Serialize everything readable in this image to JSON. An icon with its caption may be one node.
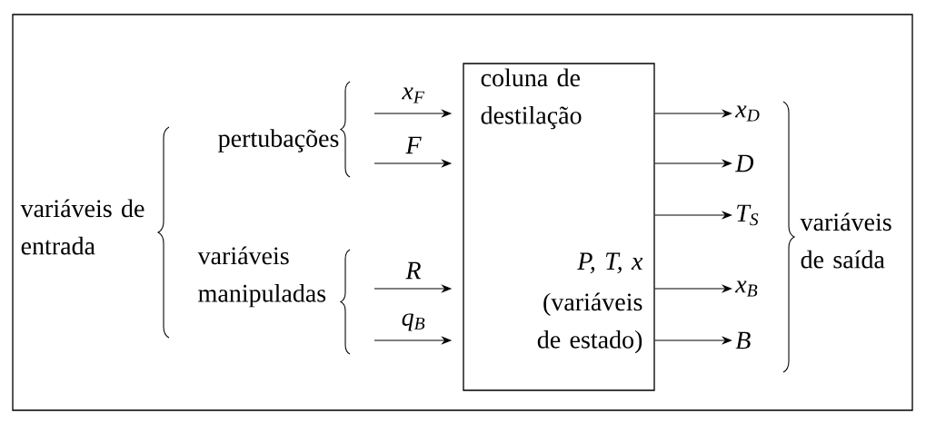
{
  "diagram": {
    "nodes": [
      {
        "text": [
          "coluna de destilação",
          "P, T, x",
          "(variáveis de estado)"
        ]
      },
      {
        "text": [
          "x$_{D}$"
        ]
      },
      {
        "text": [
          "D"
        ]
      },
      {
        "text": [
          "T$_{S}$"
        ]
      },
      {
        "text": [
          "x$_{B}$"
        ]
      },
      {
        "text": [
          "B"
        ]
      }
    ],
    "edges": [
      {
        "from": null,
        "to": 0,
        "arrow": "to",
        "label": "x$_{F}$"
      },
      {
        "from": null,
        "to": 0,
        "arrow": "to",
        "label": "F"
      },
      {
        "from": null,
        "to": 0,
        "arrow": "to",
        "label": "R"
      },
      {
        "from": null,
        "to": 0,
        "arrow": "to",
        "label": "q$_{B}$"
      },
      {
        "from": 0,
        "to": 1,
        "arrow": "to"
      },
      {
        "from": 0,
        "to": 2,
        "arrow": "to"
      },
      {
        "from": 0,
        "to": 3,
        "arrow": "to"
      },
      {
        "from": 0,
        "to": 4,
        "arrow": "to"
      },
      {
        "from": 0,
        "to": 5,
        "arrow": "to"
      }
    ],
    "labels": [
      "variáveis de entrada",
      "pertubações",
      "variáveis manipuladas",
      "variáveis de saída"
    ]
  }
}
